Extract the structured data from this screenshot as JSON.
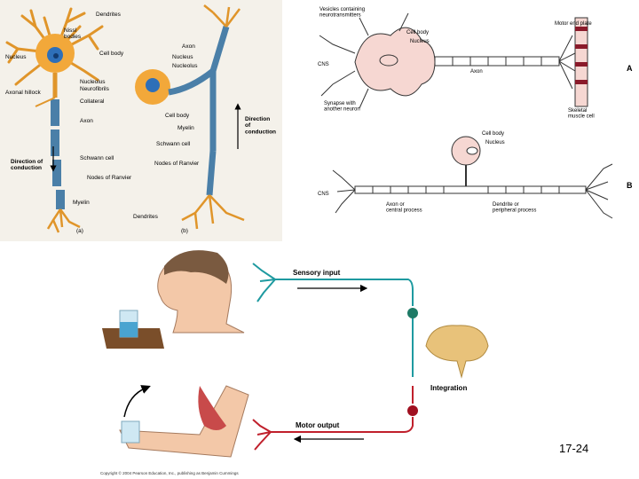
{
  "panel_a": {
    "labels": {
      "dendrites": "Dendrites",
      "nissl": "Nissl\nbodies",
      "cell_body": "Cell body",
      "nucleus": "Nucleus",
      "nucleolus": "Nucleolus",
      "neurofibrils": "Neurofibrils",
      "axonal_hillock": "Axonal hillock",
      "collateral": "Collateral",
      "axon": "Axon",
      "direction": "Direction of\nconduction",
      "schwann": "Schwann cell",
      "ranvier": "Nodes of Ranvier",
      "myelin": "Myelin",
      "tag": "(a)"
    }
  },
  "panel_b": {
    "labels": {
      "axon": "Axon",
      "nucleus": "Nucleus",
      "nucleolus": "Nucleolus",
      "cell_body": "Cell body",
      "myelin": "Myelin",
      "direction": "Direction\nof\nconduction",
      "schwann": "Schwann cell",
      "ranvier": "Nodes of Ranvier",
      "dendrites": "Dendrites",
      "tag": "(b)"
    }
  },
  "panel_c": {
    "labels": {
      "vesicles": "Vesicles containing\nneurotransmitters",
      "cell_body": "Cell body",
      "nucleus": "Nucleus",
      "motor_end_plate": "Motor end plate",
      "cns": "CNS",
      "axon": "Axon",
      "synapse": "Synapse with\nanother neuron",
      "skeletal": "Skeletal\nmuscle cell",
      "tag": "A"
    }
  },
  "panel_d": {
    "labels": {
      "cell_body": "Cell body",
      "nucleus": "Nucleus",
      "cns": "CNS",
      "axon_central": "Axon or\ncentral process",
      "dendrite_peripheral": "Dendrite or\nperipheral process",
      "tag": "B"
    }
  },
  "reflex": {
    "sensory_input": "Sensory input",
    "integration": "Integration",
    "motor_output": "Motor output",
    "copyright": "Copyright © 2004 Pearson Education, Inc., publishing as Benjamin Cummings"
  },
  "colors": {
    "sensory": "#1e9aa0",
    "motor": "#c0202c",
    "neuron_fill": "#f2a83a",
    "myelin": "#4a7fa8",
    "cell_pink": "#f6d7d2"
  },
  "slide_number": "17-24"
}
